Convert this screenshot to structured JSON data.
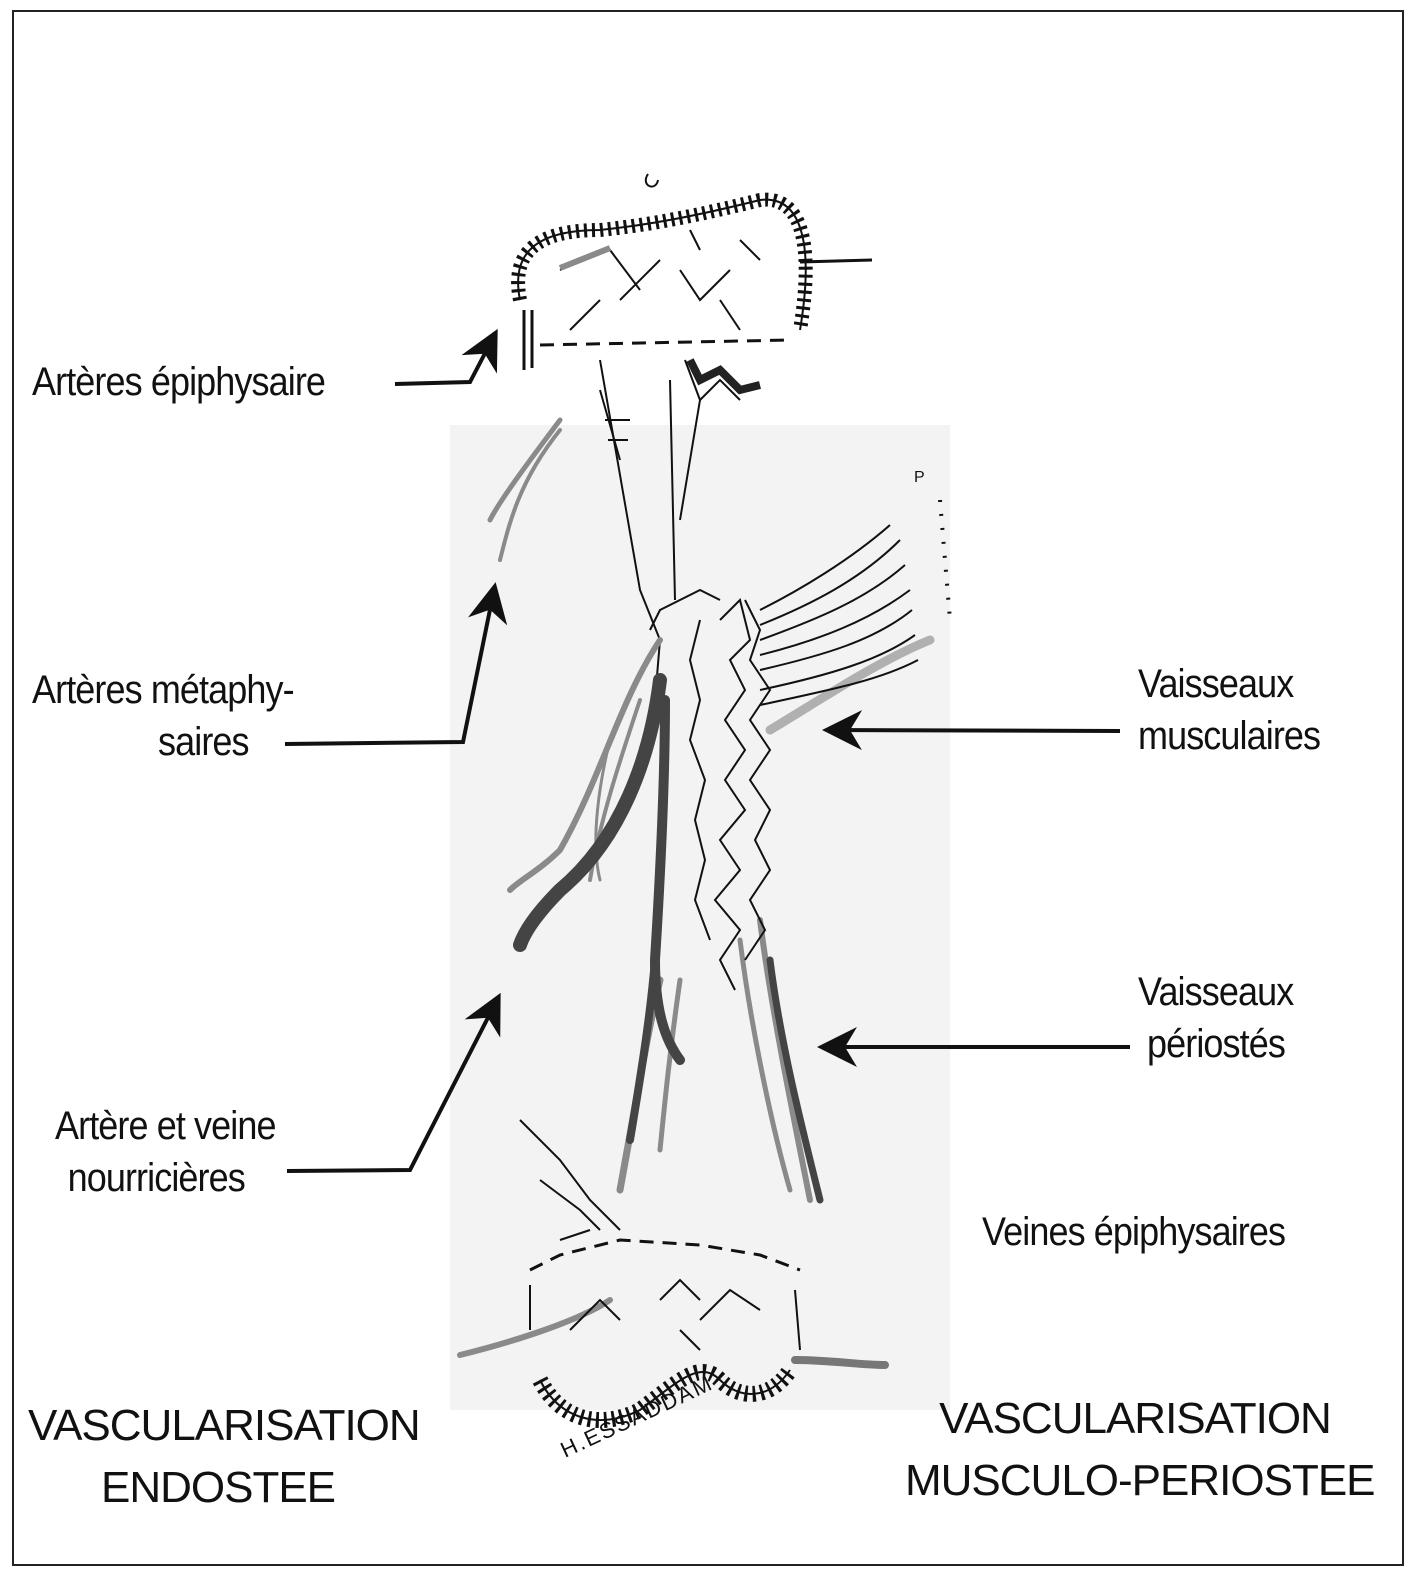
{
  "labels": {
    "arteres_epiphysaire": "Artères épiphysaire",
    "arteres_metaphysaires": [
      "Artères métaphy-",
      "saires"
    ],
    "artere_veine_nourricieres": [
      "Artère et veine",
      "nourricières"
    ],
    "vaisseaux_musculaires": [
      "Vaisseaux",
      "musculaires"
    ],
    "vaisseaux_periostes": [
      "Vaisseaux",
      "périostés"
    ],
    "veines_epiphysaires": "Veines épiphysaires"
  },
  "titles": {
    "left": [
      "VASCULARISATION",
      "ENDOSTEE"
    ],
    "right": [
      "VASCULARISATION",
      "MUSCULO-PERIOSTEE"
    ]
  },
  "signature": "H.ESSADDAM",
  "colors": {
    "line": "#111111",
    "vessel_gray": "#8a8a8a",
    "vessel_dark": "#444444",
    "shade": "#f3f3f3"
  }
}
